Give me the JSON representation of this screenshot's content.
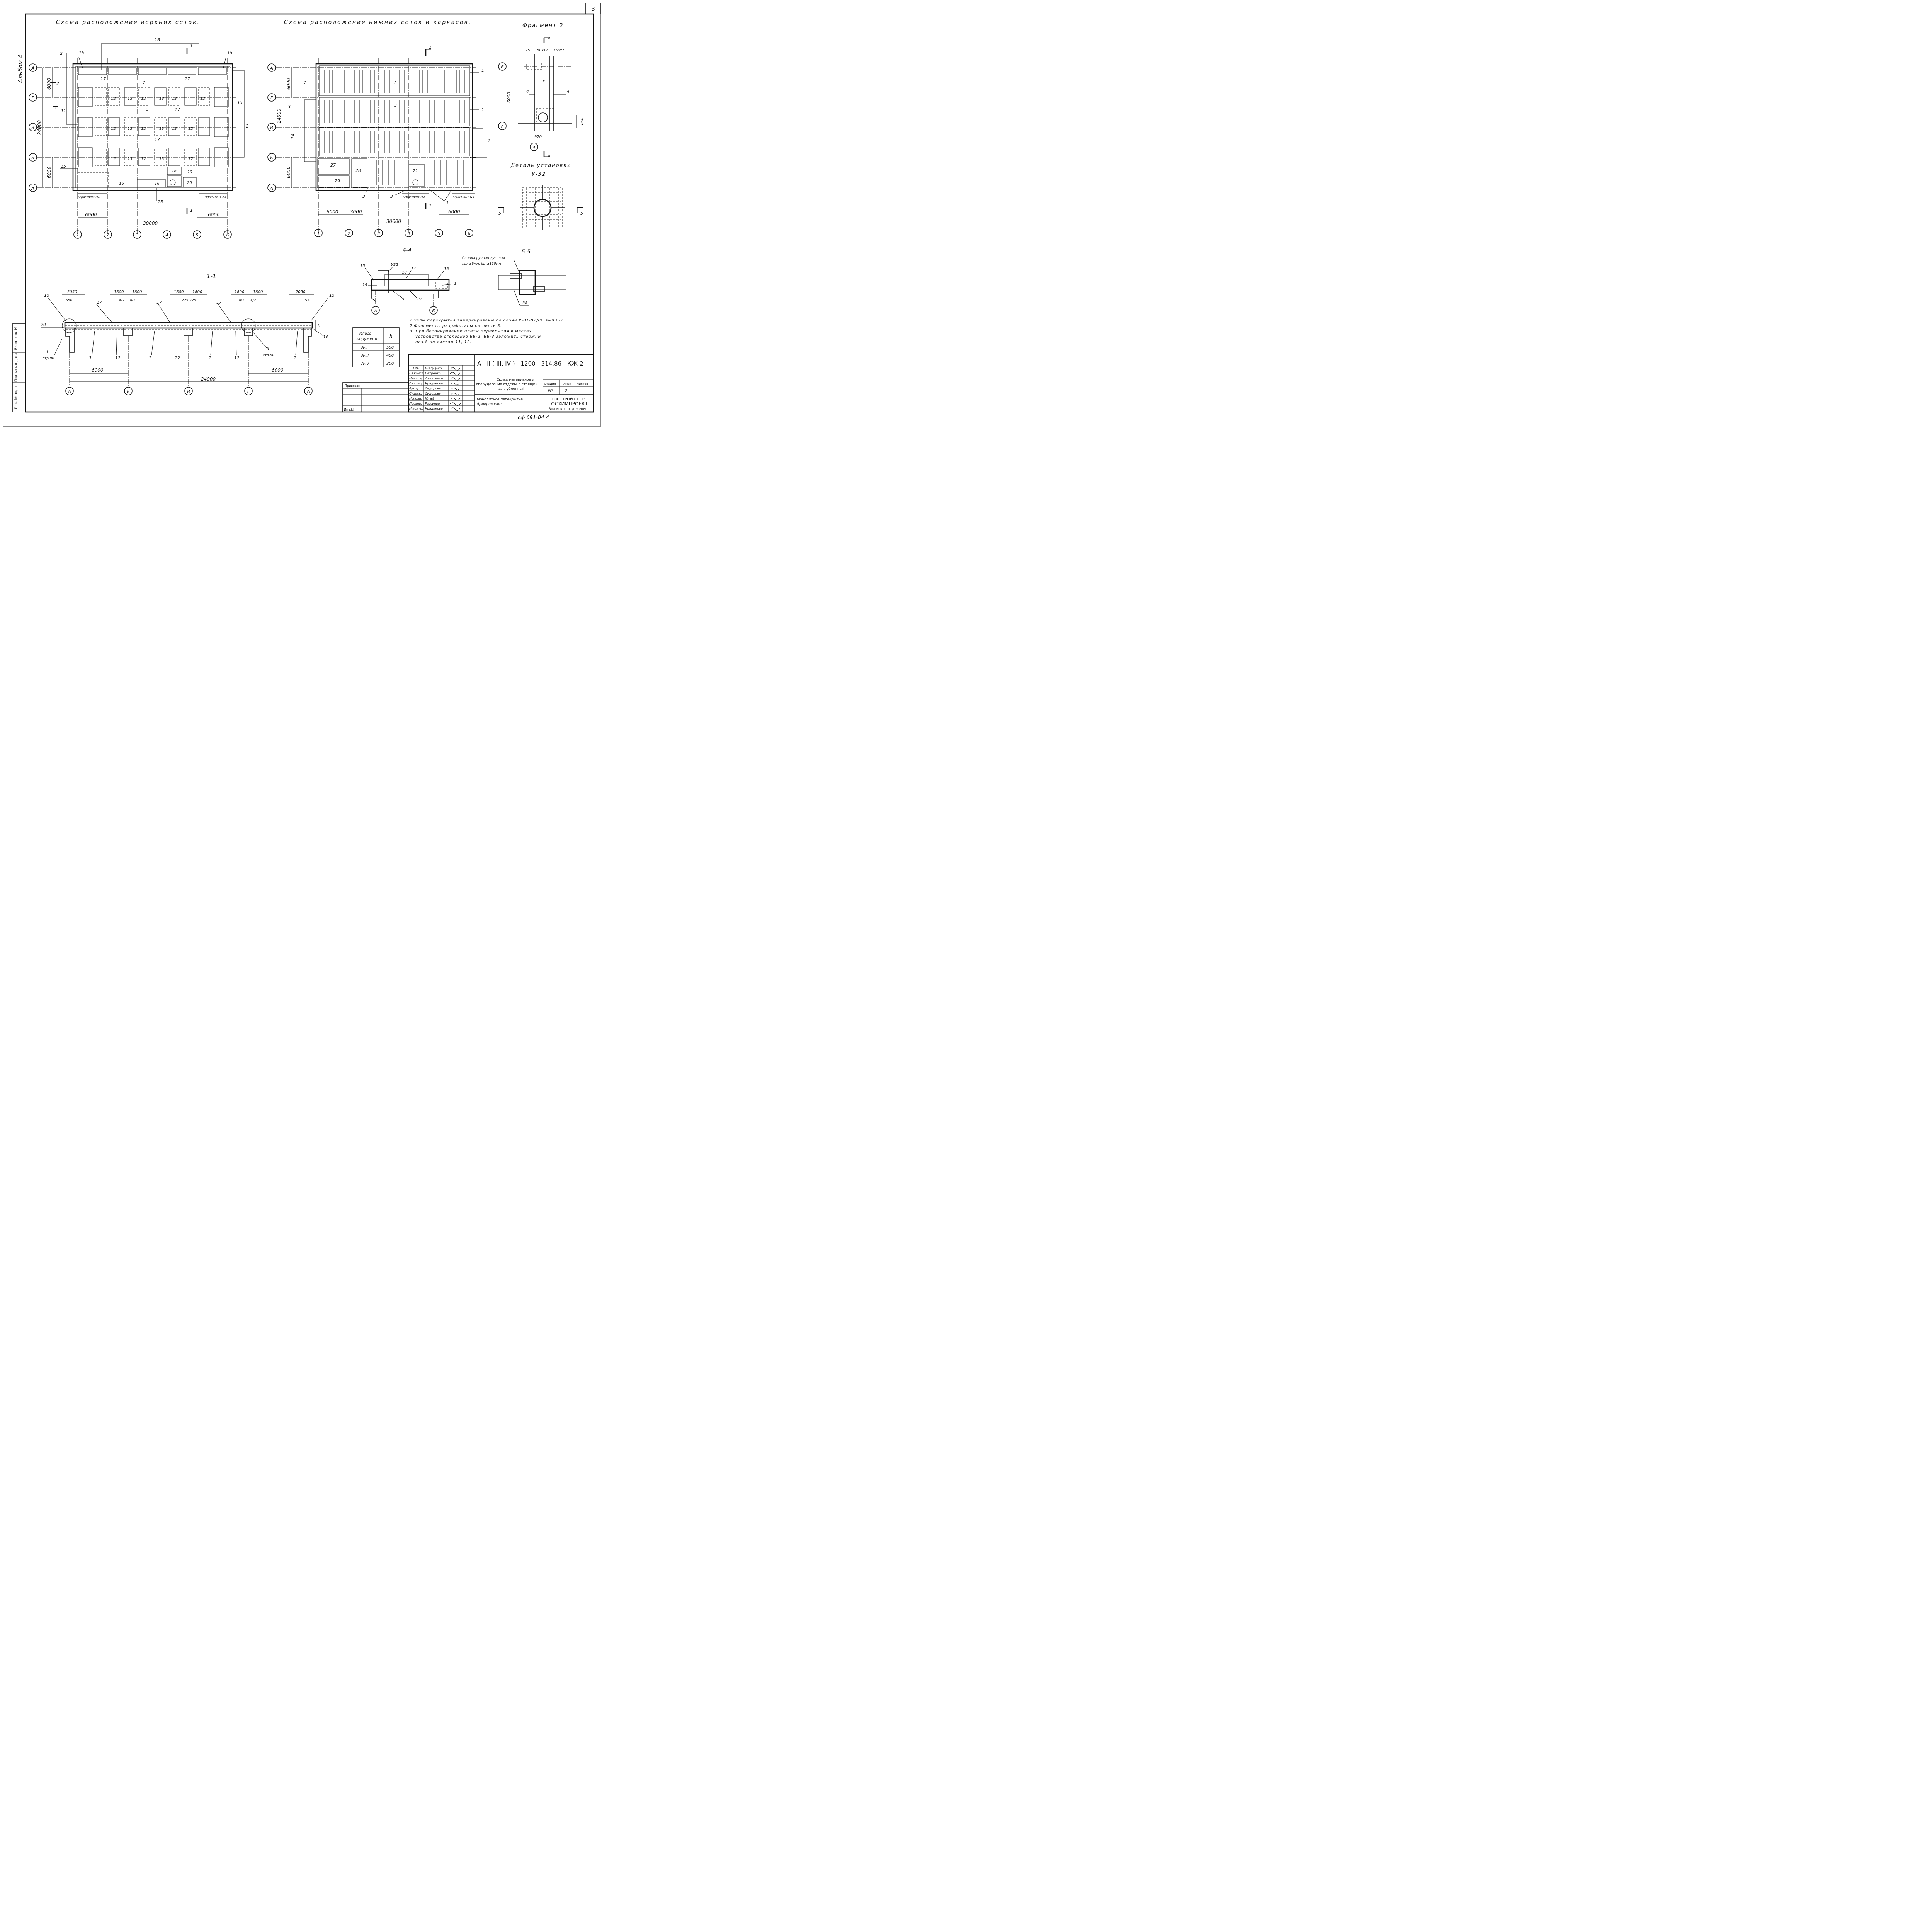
{
  "sheet_number": "3",
  "album_label": "Альбом 4",
  "views": {
    "top_mesh_title": "Схема расположения верхних сеток.",
    "bottom_mesh_title": "Схема расположения нижних сеток и каркасов.",
    "fragment2_title": "Фрагмент 2",
    "detail_title_line1": "Деталь установки",
    "detail_title_line2": "У-32",
    "section_1_1": "1-1",
    "section_4_4": "4-4",
    "section_5_5": "5-5"
  },
  "grid_axes": {
    "letters": [
      "А",
      "Г",
      "В",
      "Б",
      "А"
    ],
    "numbers": [
      "1",
      "2",
      "3",
      "4",
      "5",
      "6"
    ],
    "section_axes": [
      "А",
      "Б",
      "В",
      "Г",
      "А"
    ]
  },
  "dimensions": {
    "d6000": "6000",
    "d24000": "24000",
    "d30000": "30000",
    "d3000": "3000",
    "d2050": "2050",
    "d1800": "1800",
    "d550": "550",
    "a2": "a/2",
    "d225": "225",
    "d75": "75",
    "d150x12": "150х12",
    "d150x7": "150х7",
    "d970": "970",
    "d990": "990",
    "h": "h"
  },
  "marks": {
    "m1": "1",
    "m2": "2",
    "m3": "3",
    "m4": "4",
    "m5": "5",
    "m11": "11",
    "m12": "12",
    "m13": "13",
    "m14": "14",
    "m15": "15",
    "m16": "16",
    "m17": "17",
    "m18": "18",
    "m19": "19",
    "m20": "20",
    "m21": "21",
    "m27": "27",
    "m28": "28",
    "m29": "29",
    "m38": "38",
    "u32": "У32",
    "I": "I",
    "II": "II",
    "str80": "стр.80",
    "frag1": "Фрагмент N1",
    "frag2": "Фрагмент N2",
    "frag3": "Фрагмент N3",
    "frag4": "Фрагмент N4"
  },
  "weld_note_line1": "Сварка ручная дуговая",
  "weld_note_line2": "hш ≥6мм, lш ≥150мм",
  "notes": [
    "1.Узлы перекрытия замаркированы по серии У-01-01/80 вып.0-1.",
    "2.Фрагменты разработаны на листе 3.",
    "3. При бетонировании плиты перекрытия в местах",
    "устройства оголовков ВВ-2, ВВ-3 заложить стержни",
    "поз.8 по листам 11, 12."
  ],
  "class_table": {
    "header_col1_line1": "Класс",
    "header_col1_line2": "сооружения",
    "header_col2": "h",
    "rows": [
      {
        "cls": "А-II",
        "h": "500"
      },
      {
        "cls": "А-III",
        "h": "400"
      },
      {
        "cls": "А-IV",
        "h": "300"
      }
    ]
  },
  "title_block": {
    "code": "А - II ( III, IV ) - 1200 - 314.86 - КЖ-2",
    "people": [
      {
        "role": "ГИП",
        "name": "Шелудько"
      },
      {
        "role": "Гл.конст.",
        "name": "Петренко"
      },
      {
        "role": "Нач.отд.",
        "name": "Даниленко"
      },
      {
        "role": "Гл.спец.",
        "name": "Крядинова"
      },
      {
        "role": "Рук.гр.",
        "name": "Сидорова"
      },
      {
        "role": "Ст.инж.",
        "name": "Сидорова"
      },
      {
        "role": "Исполн.",
        "name": "Югай"
      },
      {
        "role": "Провер.",
        "name": "Россиева"
      },
      {
        "role": "Н.контр.",
        "name": "Крядинова"
      }
    ],
    "object_line1": "Склад материалов и",
    "object_line2": "оборудования отдельно стоящий",
    "object_line3": "заглубленный",
    "sheet_title_line1": "Монолитное перекрытие.",
    "sheet_title_line2": "Армирование.",
    "stage_label": "Стадия",
    "sheet_label": "Лист",
    "sheets_label": "Листов",
    "stage_value": "РП",
    "sheet_value": "2",
    "sheets_value": "",
    "org_line1": "ГОССТРОЙ СССР",
    "org_line2": "ГОСХИМПРОЕКТ",
    "org_line3": "Волжское отделение",
    "privyazan": "Привязан",
    "inv_no": "Инв.№"
  },
  "side_stamp": {
    "inv_podl": "Инв. № подл.",
    "podpis": "Подпись и дата",
    "vzam": "Взам. инв. №"
  },
  "bottom_code": "сф 691-04   4"
}
